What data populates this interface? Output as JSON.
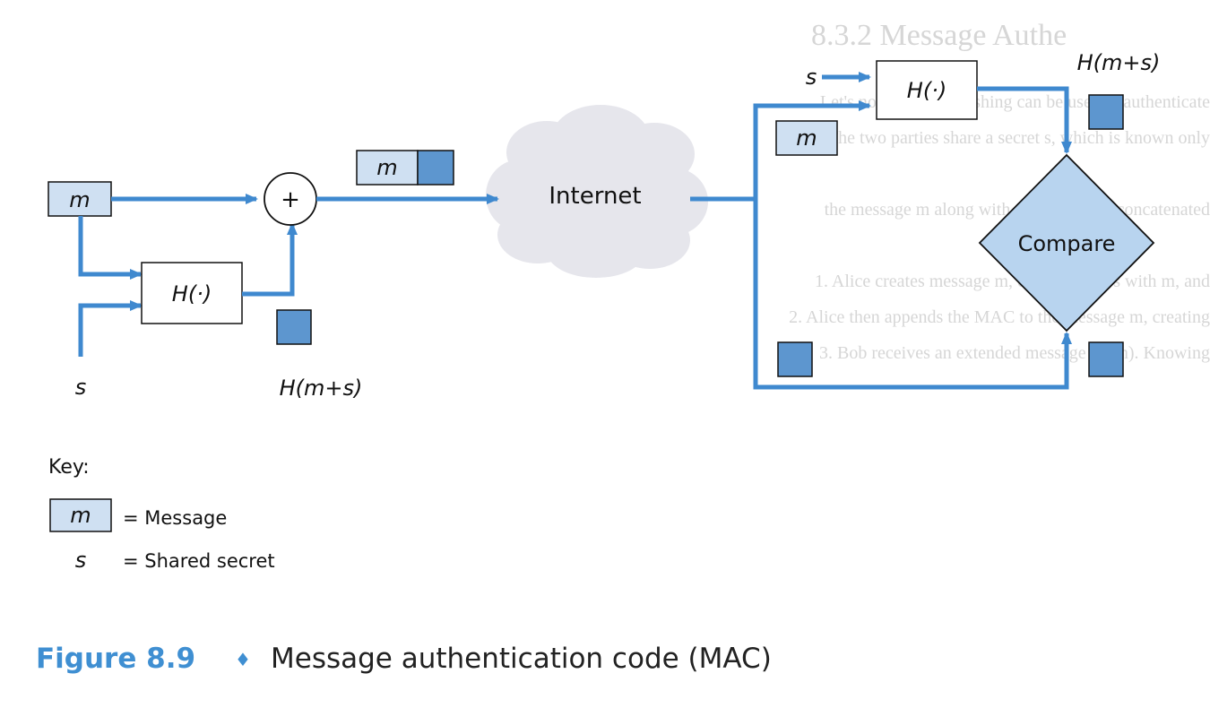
{
  "diagram": {
    "sender": {
      "message_label": "m",
      "secret_label": "s",
      "hash_label": "H(·)",
      "hash_output_label": "H(m+s)",
      "plus_label": "+"
    },
    "transmitted_message_label": "m",
    "network_label": "Internet",
    "receiver": {
      "secret_label": "s",
      "hash_label": "H(·)",
      "hash_output_label": "H(m+s)",
      "message_label": "m",
      "compare_label": "Compare"
    }
  },
  "key": {
    "title": "Key:",
    "items": [
      {
        "symbol": "m",
        "desc": "= Message"
      },
      {
        "symbol": "s",
        "desc": "= Shared secret"
      }
    ]
  },
  "caption": {
    "number": "Figure 8.9",
    "bullet": "♦",
    "text": "Message authentication code (MAC)"
  },
  "background_text": {
    "heading": "8.3.2 Message Authe",
    "lines": [
      "Let's now see how hashing can be used to authenticate",
      "The two parties share a secret s, which is known only",
      "the message m along with the hash of m concatenated",
      "1. Alice creates message m, concatenates s with m, and",
      "2. Alice then appends the MAC to the message m, creating",
      "3. Bob receives an extended message (m, h). Knowing"
    ]
  },
  "colors": {
    "arrow": "#3f89cf",
    "box_fill": "#cfe0f2",
    "hash_fill": "#5d96cf",
    "cloud": "#e6e6ec"
  }
}
